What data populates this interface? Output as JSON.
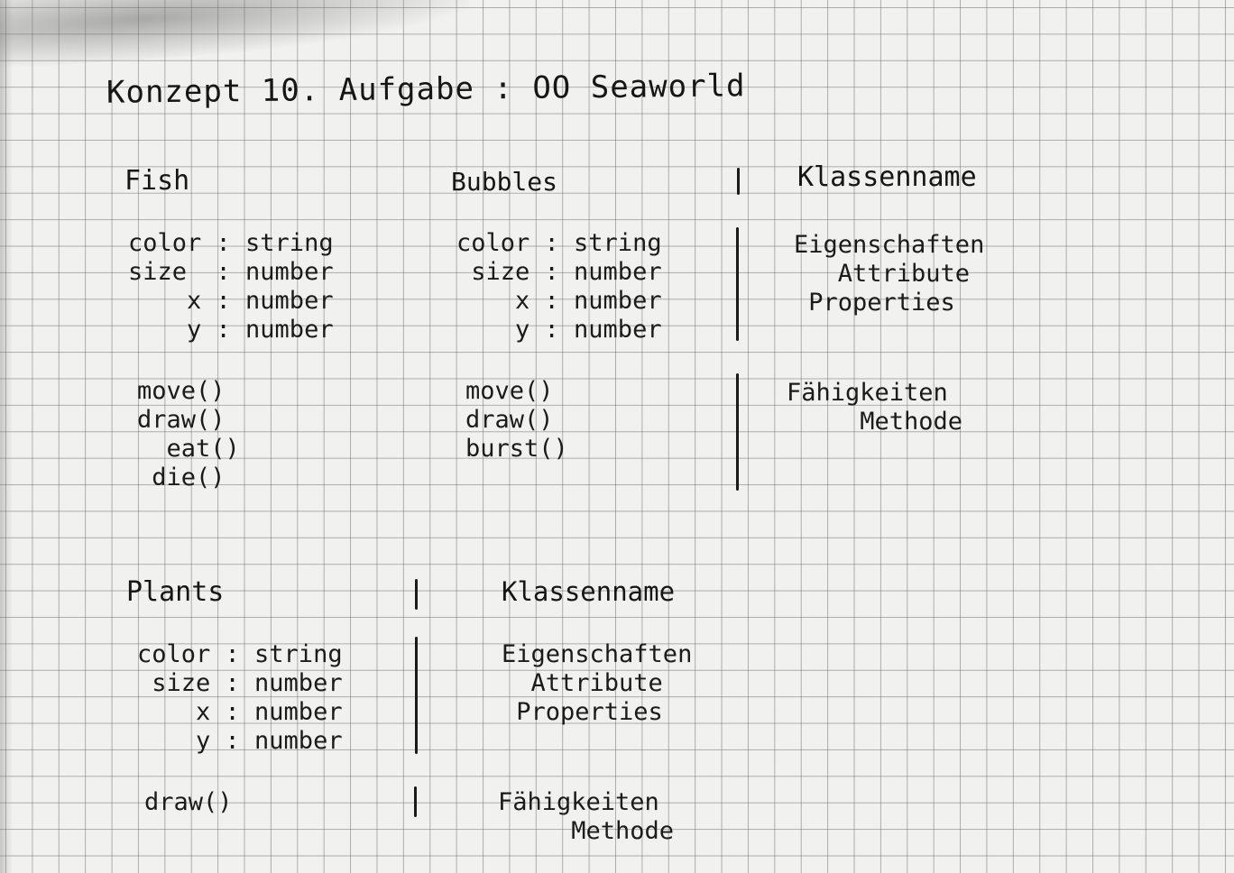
{
  "title": "Konzept 10. Aufgabe : OO Seaworld",
  "fish": {
    "name": "Fish",
    "attributes": [
      "color : string",
      "size  : number",
      "    x : number",
      "    y : number"
    ],
    "methods": [
      "move()",
      "draw()",
      "  eat()",
      " die()"
    ]
  },
  "bubbles": {
    "name": "Bubbles",
    "attributes": [
      "color : string",
      " size : number",
      "    x : number",
      "    y : number"
    ],
    "methods": [
      "move()",
      "draw()",
      "burst()"
    ]
  },
  "legend_top": {
    "class_name": "Klassenname",
    "properties": [
      "Eigenschaften",
      "   Attribute",
      " Properties"
    ],
    "methods": [
      "Fähigkeiten",
      "     Methode"
    ]
  },
  "plants": {
    "name": "Plants",
    "attributes": [
      "color : string",
      " size : number",
      "    x : number",
      "    y : number"
    ],
    "methods": [
      "draw()"
    ]
  },
  "legend_bottom": {
    "class_name": "Klassenname",
    "properties": [
      "Eigenschaften",
      "  Attribute",
      " Properties"
    ],
    "methods": [
      "Fähigkeiten",
      "     Methode"
    ]
  }
}
